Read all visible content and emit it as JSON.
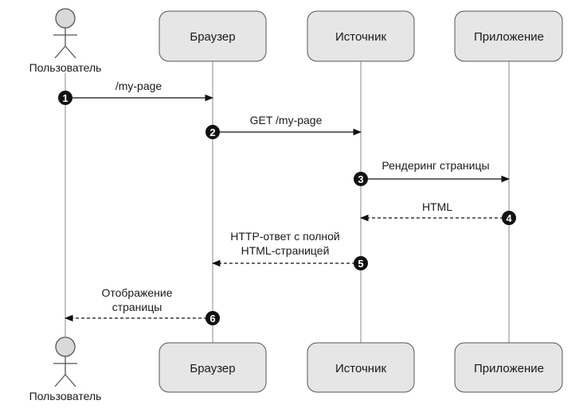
{
  "participants": {
    "user": "Пользователь",
    "browser": "Браузер",
    "source": "Источник",
    "app": "Приложение"
  },
  "messages": [
    {
      "number": "1",
      "lines": [
        "/my-page"
      ]
    },
    {
      "number": "2",
      "lines": [
        "GET /my-page"
      ]
    },
    {
      "number": "3",
      "lines": [
        "Рендеринг  страницы"
      ]
    },
    {
      "number": "4",
      "lines": [
        "HTML"
      ]
    },
    {
      "number": "5",
      "lines": [
        "HTTP-ответ с полной",
        "HTML-страницей"
      ]
    },
    {
      "number": "6",
      "lines": [
        "Отображение",
        "страницы"
      ]
    }
  ],
  "colors": {
    "box_fill": "#e6e6e6",
    "box_stroke": "#555555",
    "actor_fill": "#d9d9d9",
    "badge": "#111111",
    "lifeline": "#888888",
    "arrow": "#111111"
  }
}
